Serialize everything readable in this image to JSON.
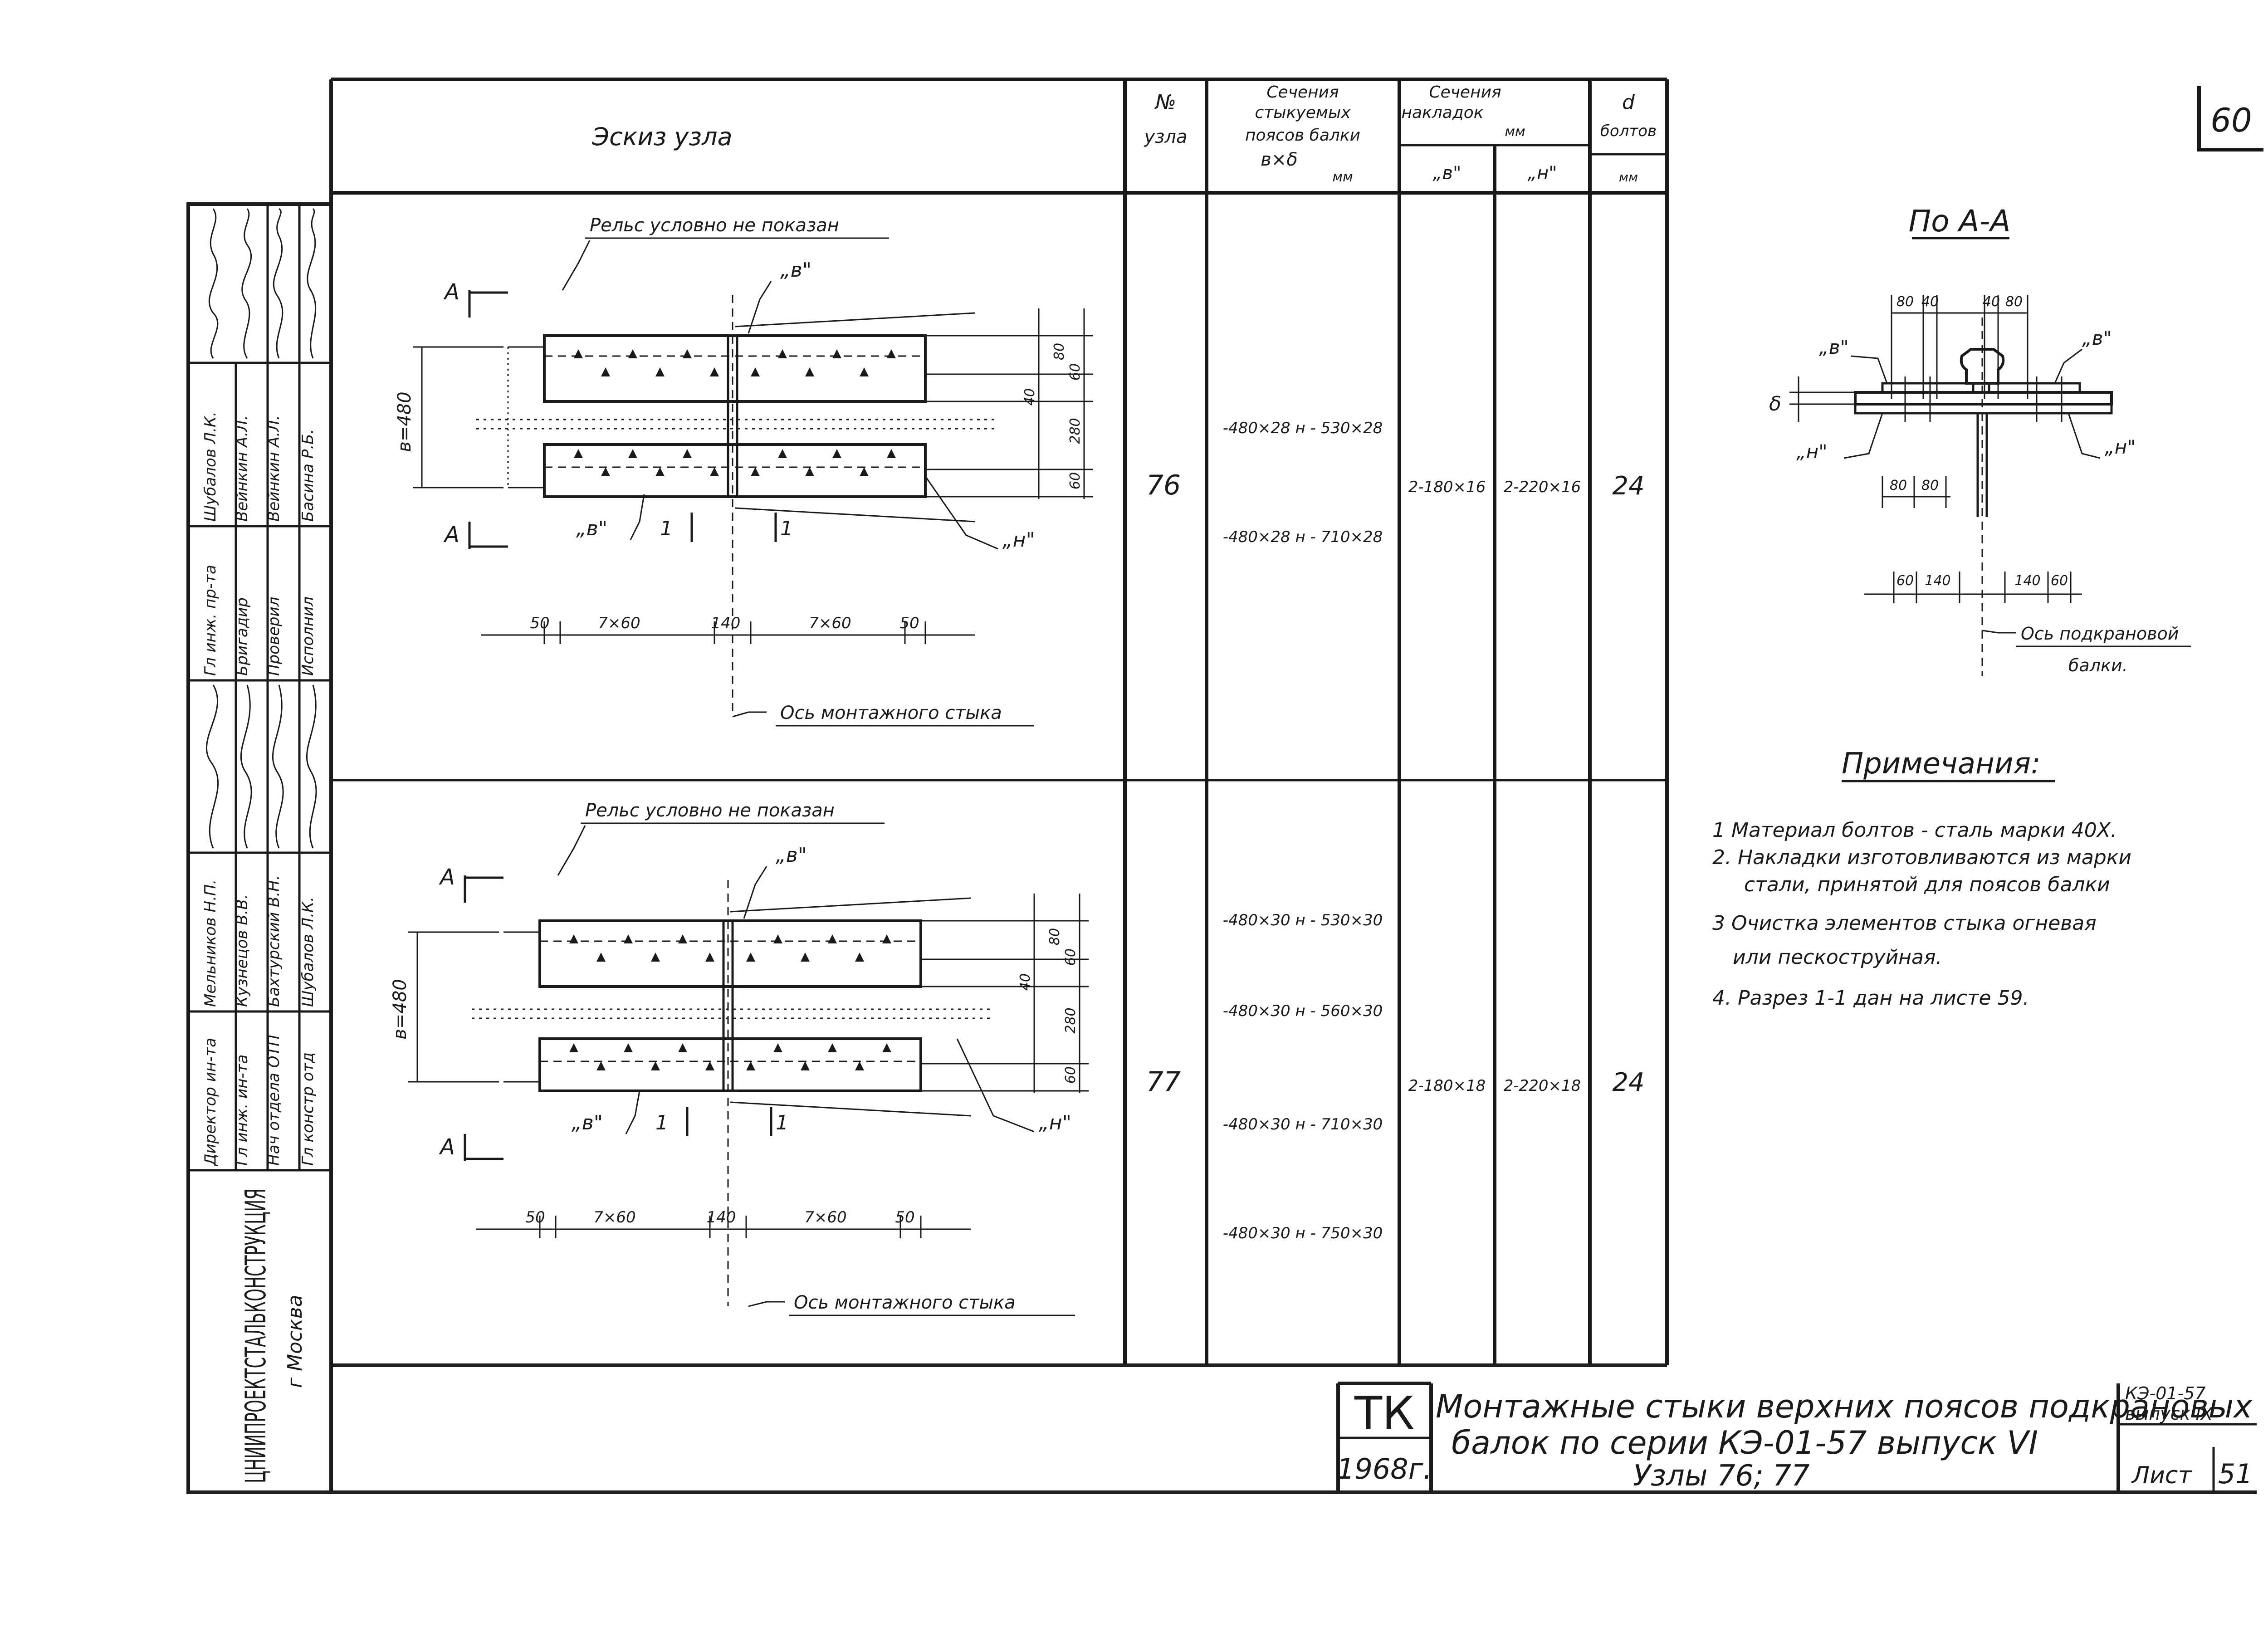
{
  "sheet_number": "60",
  "header": {
    "sketch": "Эскиз узла",
    "node_no_1": "№",
    "node_no_2": "узла",
    "section_1": "Сечения",
    "section_2": "стыкуемых",
    "section_3": "поясов балки",
    "section_4": "в×δ",
    "section_unit": "мм",
    "plates_1": "Сечения",
    "plates_2": "накладок",
    "plates_unit": "мм",
    "col_v": "„в\"",
    "col_n": "„н\"",
    "bolt_1": "d",
    "bolt_2": "болтов",
    "bolt_unit": "мм"
  },
  "rows": [
    {
      "node": "76",
      "sections": [
        "-480×28 н - 530×28",
        "-480×28 н - 710×28"
      ],
      "plate_v": "2-180×16",
      "plate_n": "2-220×16",
      "bolt": "24"
    },
    {
      "node": "77",
      "sections": [
        "-480×30 н - 530×30",
        "-480×30 н - 560×30",
        "-480×30 н - 710×30",
        "-480×30 н - 750×30"
      ],
      "plate_v": "2-180×18",
      "plate_n": "2-220×18",
      "bolt": "24"
    }
  ],
  "sketch_labels": {
    "rail": "Рельс условно не показан",
    "axis": "Ось монтажного стыка",
    "section_mark": "А",
    "cut_mark": "1",
    "label_v": "„в\"",
    "label_n": "„н\"",
    "width": "в=480",
    "dims_bottom": [
      "50",
      "7×60",
      "140",
      "7×60",
      "50"
    ],
    "dims_right": [
      "80",
      "40",
      "60",
      "280",
      "60"
    ]
  },
  "section_view": {
    "title": "По А-А",
    "label_v": "„в\"",
    "label_n": "„н\"",
    "delta": "δ",
    "dims_top": [
      "80",
      "40",
      "40",
      "80"
    ],
    "dims_mid": [
      "80",
      "80"
    ],
    "dims_bottom": [
      "60",
      "140",
      "140",
      "60"
    ],
    "axis_1": "Ось подкрановой",
    "axis_2": "балки."
  },
  "notes": {
    "title": "Примечания:",
    "items": [
      "1 Материал болтов - сталь марки 40Х.",
      "2. Накладки изготовливаются из марки",
      "стали, принятой для поясов балки",
      "3 Очистка элементов стыка огневая",
      "или пескоструйная.",
      "4. Разрез 1-1 дан на листе 59."
    ]
  },
  "signatures": {
    "org": "ЦНИИПРОЕКТСТАЛЬКОНСТРУКЦИЯ",
    "city": "г Москва",
    "roles": [
      "Директор ин-та",
      "Гл инж. ин-та",
      "Нач отдела ОТП",
      "Гл констр отд",
      "Гл инж. пр-та",
      "Бригадир",
      "Проверил",
      "Исполнил"
    ],
    "names": [
      "Мельников Н.П.",
      "Кузнецов В.В.",
      "Бахтурский В.Н.",
      "Шубалов Л.К.",
      "Шубалов Л.К.",
      "Вейнкин А.Л.",
      "Вейнкин А.Л.",
      "Басина Р.Б."
    ]
  },
  "title_block": {
    "code": "ТК",
    "year": "1968г.",
    "title_1": "Монтажные стыки верхних поясов подкрановых",
    "title_2": "балок по серии КЭ-01-57 выпуск VI",
    "title_3": "Узлы 76; 77",
    "series_1": "КЭ-01-57",
    "series_2": "выпуск IX",
    "sheet_label": "Лист",
    "sheet": "51"
  }
}
